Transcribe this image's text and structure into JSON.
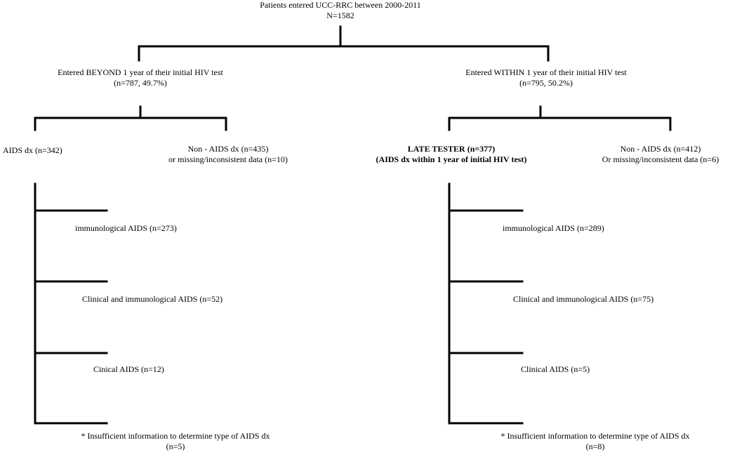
{
  "root": {
    "line1": "Patients entered UCC-RRC between 2000-2011",
    "line2": "N=1582"
  },
  "beyond": {
    "line1": "Entered BEYOND 1 year of their  initial HIV test",
    "line2": "(n=787, 49.7%)"
  },
  "within": {
    "line1": "Entered WITHIN 1 year of their initial HIV test",
    "line2": "(n=795, 50.2%)"
  },
  "beyond_aids": {
    "line1": "AIDS dx (n=342)"
  },
  "beyond_non_aids": {
    "line1": "Non - AIDS dx (n=435)",
    "line2": "or missing/inconsistent data (n=10)"
  },
  "late_tester": {
    "line1": "LATE TESTER (n=377)",
    "line2": "(AIDS dx within 1 year of initial HIV test)"
  },
  "within_non_aids": {
    "line1": "Non - AIDS dx  (n=412)",
    "line2": "Or missing/inconsistent data (n=6)"
  },
  "beyond_subtypes": {
    "immunological": "immunological AIDS (n=273)",
    "clinical_immunological": "Clinical and immunological AIDS (n=52)",
    "clinical": "Cinical AIDS (n=12)",
    "insufficient_line1": "* Insufficient information to determine type of AIDS dx",
    "insufficient_line2": "(n=5)"
  },
  "within_subtypes": {
    "immunological": "immunological AIDS (n=289)",
    "clinical_immunological": "Clinical and immunological AIDS  (n=75)",
    "clinical": "Clinical AIDS (n=5)",
    "insufficient_line1": "* Insufficient information to determine type of AIDS dx",
    "insufficient_line2": "(n=8)"
  }
}
